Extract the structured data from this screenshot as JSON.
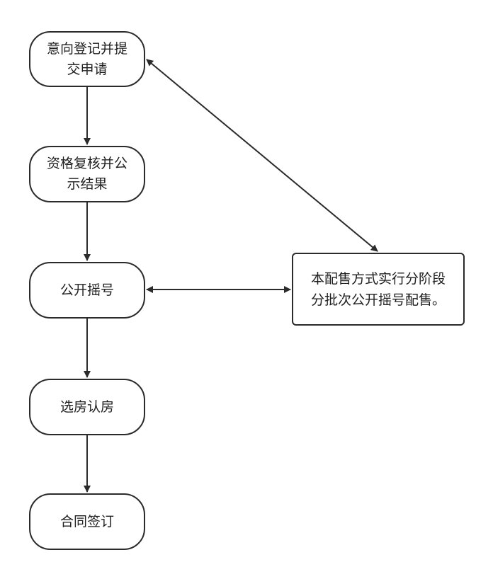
{
  "diagram": {
    "nodes": [
      {
        "id": "n1",
        "label": "意向登记并提\n交申请"
      },
      {
        "id": "n2",
        "label": "资格复核并公\n示结果"
      },
      {
        "id": "n3",
        "label": "公开摇号"
      },
      {
        "id": "n4",
        "label": "选房认房"
      },
      {
        "id": "n5",
        "label": "合同签订"
      },
      {
        "id": "n6",
        "label": "本配售方式实行分阶段\n分批次公开摇号配售。"
      }
    ],
    "edges": [
      {
        "from": "意向登记并提交申请",
        "to": "资格复核并公示结果",
        "direction": "forward"
      },
      {
        "from": "资格复核并公示结果",
        "to": "公开摇号",
        "direction": "forward"
      },
      {
        "from": "公开摇号",
        "to": "选房认房",
        "direction": "forward"
      },
      {
        "from": "选房认房",
        "to": "合同签订",
        "direction": "forward"
      },
      {
        "from": "公开摇号",
        "to": "本配售方式实行分阶段分批次公开摇号配售。",
        "direction": "both"
      },
      {
        "from": "意向登记并提交申请",
        "to": "本配售方式实行分阶段分批次公开摇号配售。",
        "direction": "both"
      }
    ],
    "colors": {
      "stroke": "#2b2b2b",
      "fill": "#ffffff",
      "text": "#1f1f1f"
    }
  }
}
